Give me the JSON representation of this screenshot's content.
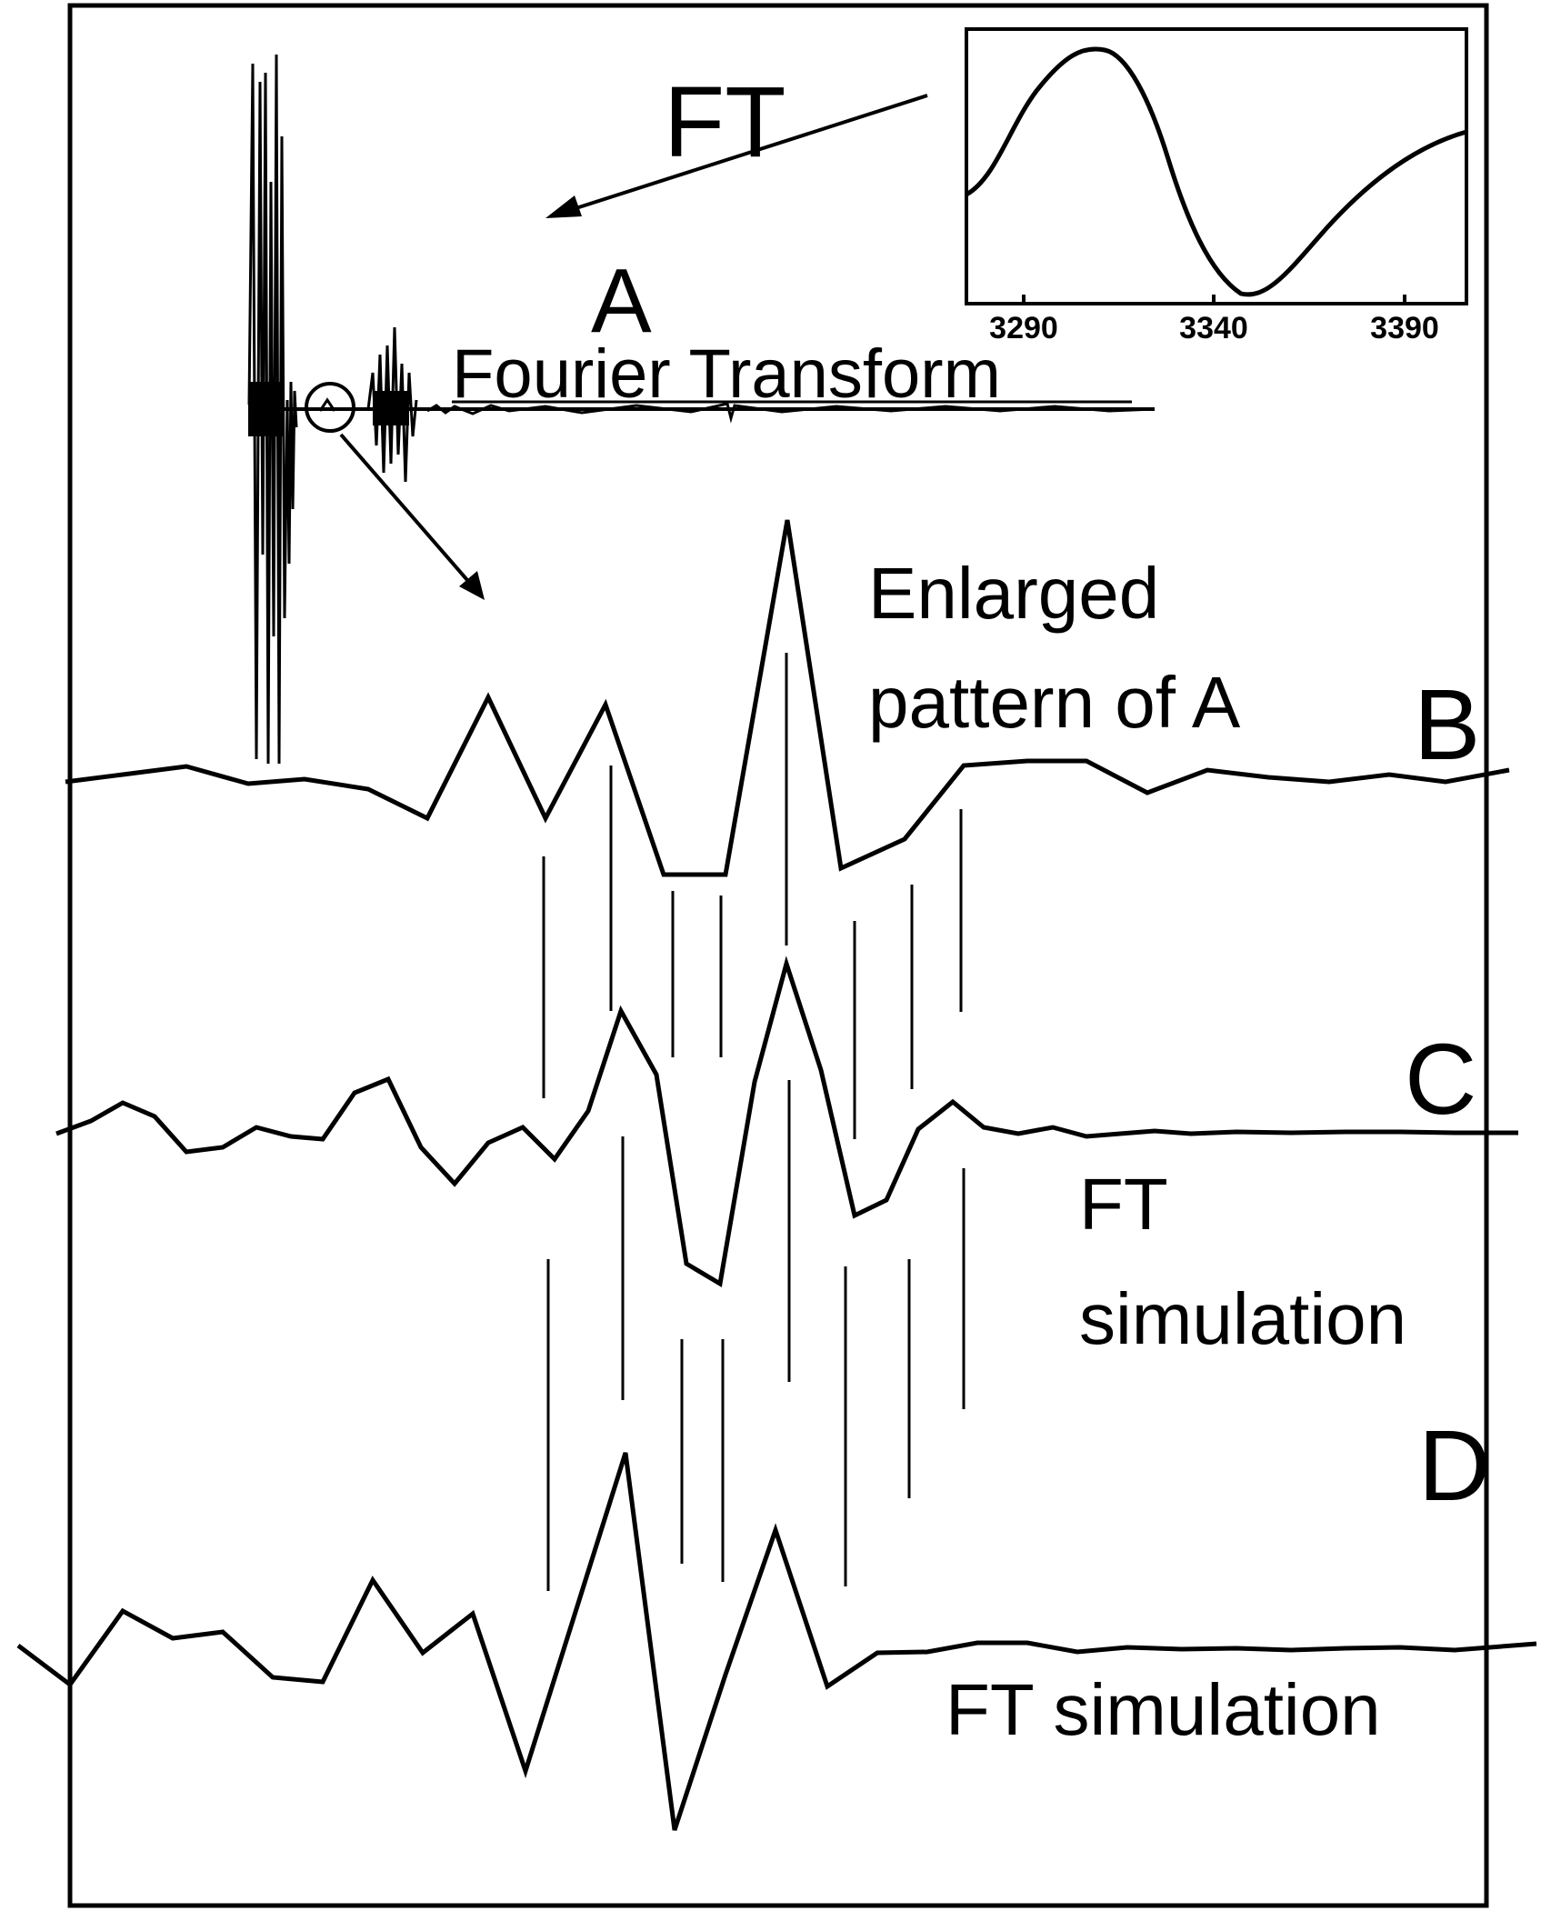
{
  "labels": {
    "ft_arrow": "FT",
    "panel_a": "A",
    "fourier_transform": "Fourier Transform",
    "enlarged_line1": "Enlarged",
    "enlarged_line2": "pattern of A",
    "panel_b": "B",
    "panel_c": "C",
    "c_caption_line1": "FT",
    "c_caption_line2": "simulation",
    "panel_d": "D",
    "d_caption": "FT simulation"
  },
  "inset": {
    "x_ticks": [
      "3290",
      "3340",
      "3390"
    ]
  }
}
